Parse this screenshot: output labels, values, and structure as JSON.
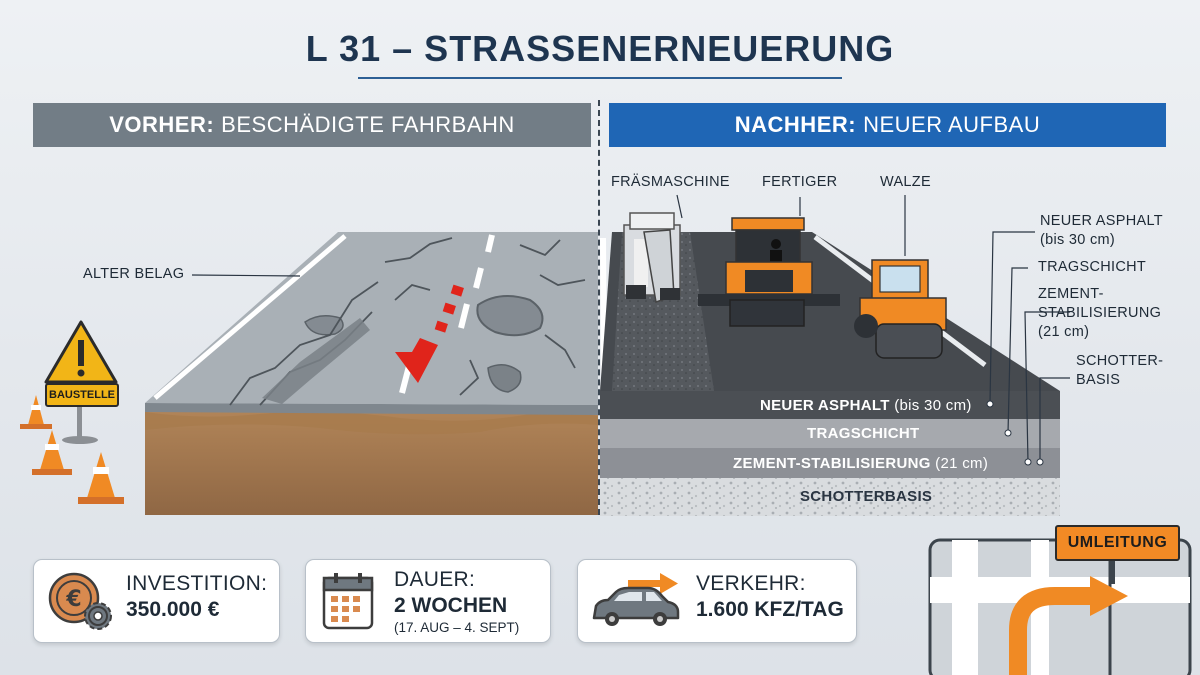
{
  "title": "L 31 – STRASSENERNEUERUNG",
  "before": {
    "bold": "VORHER:",
    "text": "BESCHÄDIGTE FAHRBAHN"
  },
  "after": {
    "bold": "NACHHER:",
    "text": "NEUER AUFBAU"
  },
  "labels": {
    "alter_belag": "ALTER BELAG",
    "fraesmaschine": "FRÄSMASCHINE",
    "fertiger": "FERTIGER",
    "walze": "WALZE",
    "neuer_asphalt": "NEUER ASPHALT",
    "neuer_asphalt_size": "(bis 30 cm)",
    "tragschicht": "TRAGSCHICHT",
    "zement": "ZEMENT-STABILISIERUNG",
    "zement_size": "(21 cm)",
    "schotter": "SCHOTTER-BASIS"
  },
  "layers": {
    "asphalt": "NEUER ASPHALT",
    "asphalt_size": "(bis 30 cm)",
    "trag": "TRAGSCHICHT",
    "zement": "ZEMENT-STABILISIERUNG",
    "zement_size": "(21 cm)",
    "schotter": "SCHOTTERBASIS"
  },
  "signs": {
    "baustelle": "BAUSTELLE",
    "umleitung": "UMLEITUNG"
  },
  "info": {
    "investition": {
      "label": "INVESTITION:",
      "value": "350.000 €"
    },
    "dauer": {
      "label": "DAUER:",
      "value": "2 WOCHEN",
      "range": "(17. AUG – 4. SEPT)"
    },
    "verkehr": {
      "label": "VERKEHR:",
      "value": "1.600 KFZ/TAG"
    }
  },
  "icons": [
    "warning-icon",
    "euro-coin-icon",
    "gear-icon",
    "calendar-icon",
    "car-icon",
    "arrow-right-icon",
    "traffic-cone-icon",
    "detour-arrow-icon"
  ],
  "colors": {
    "before_banner": "#727d86",
    "after_banner": "#1f66b5",
    "title": "#1e3550",
    "machine_orange": "#f08a24",
    "damage_red": "#e0241b"
  }
}
